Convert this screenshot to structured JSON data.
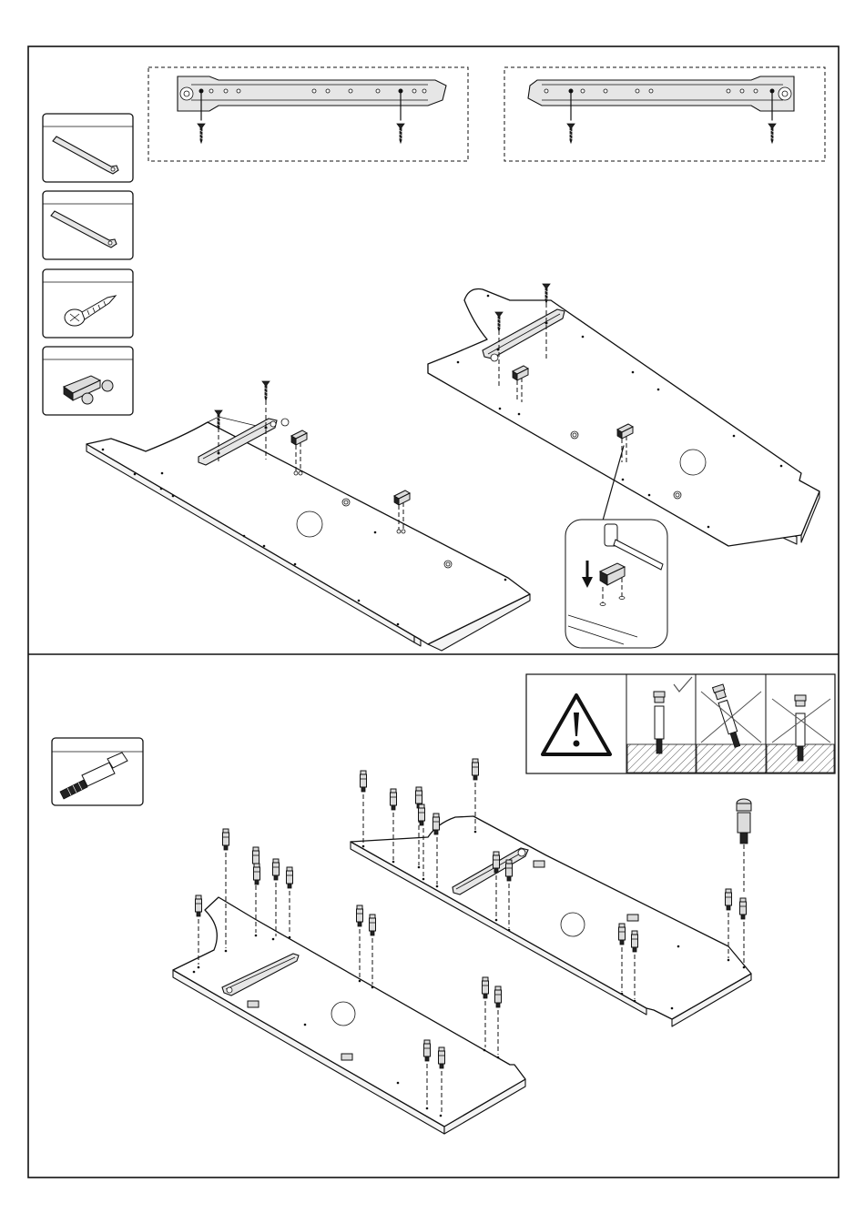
{
  "document": {
    "steps": [
      {
        "id": "top-step",
        "parts_legend": [
          "drawer-rail-left",
          "drawer-rail-right",
          "wood-screw",
          "cam-fitting"
        ],
        "details": [
          "rail-screw-detail-left",
          "rail-screw-detail-right",
          "cam-insert-detail"
        ]
      },
      {
        "id": "bottom-step",
        "parts_legend": [
          "cam-bolt"
        ],
        "warning": {
          "icon": "warning-triangle-icon",
          "examples": [
            {
              "state": "correct",
              "mark": "check-icon"
            },
            {
              "state": "wrong",
              "mark": "cross-icon"
            },
            {
              "state": "wrong",
              "mark": "cross-icon"
            }
          ]
        }
      }
    ]
  }
}
